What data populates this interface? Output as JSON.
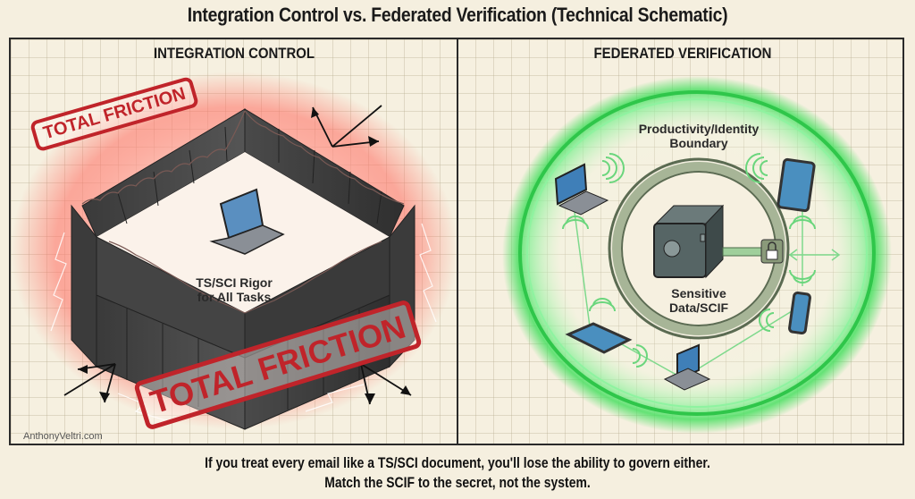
{
  "header": {
    "title": "Integration Control vs. Federated Verification (Technical Schematic)"
  },
  "left_panel": {
    "heading": "INTEGRATION CONTROL",
    "stamp_top": "TOTAL FRICTION",
    "stamp_bottom": "TOTAL FRICTION",
    "center_label_line1": "TS/SCI Rigor",
    "center_label_line2": "for All Tasks",
    "glow_color": "#ff5a5a",
    "stamp_color": "#c0242a",
    "watermark": "AnthonyVeltri.com"
  },
  "right_panel": {
    "heading": "FEDERATED VERIFICATION",
    "boundary_label_line1": "Productivity/Identity",
    "boundary_label_line2": "Boundary",
    "core_label_line1": "Sensitive",
    "core_label_line2": "Data/SCIF",
    "glow_color": "#3ddc5a",
    "devices": [
      "laptop",
      "tablet",
      "phone",
      "tablet",
      "laptop"
    ]
  },
  "footer": {
    "line1": "If you treat every email like a TS/SCI document, you'll lose the ability to govern either.",
    "line2": "Match the SCIF to the secret, not the system."
  }
}
